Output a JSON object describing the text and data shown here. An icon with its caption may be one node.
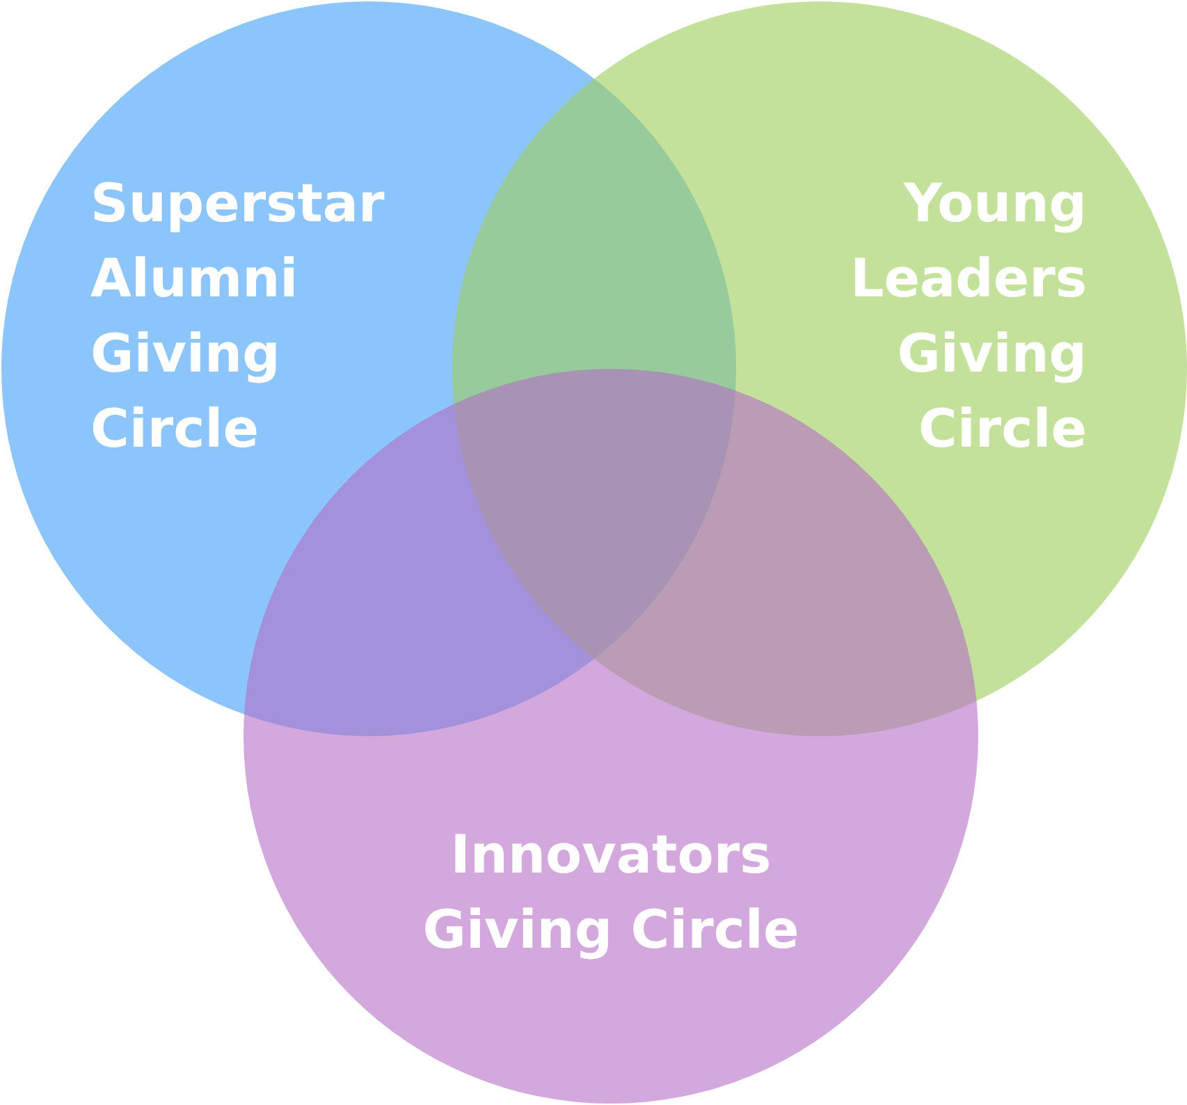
{
  "diagram": {
    "nodes": [
      {
        "text": [
          "Superstar Alumni Giving Circle"
        ]
      },
      {
        "text": [
          "Young Leaders Giving Circle"
        ]
      },
      {
        "text": [
          "Innovators Giving Circle"
        ]
      }
    ]
  }
}
